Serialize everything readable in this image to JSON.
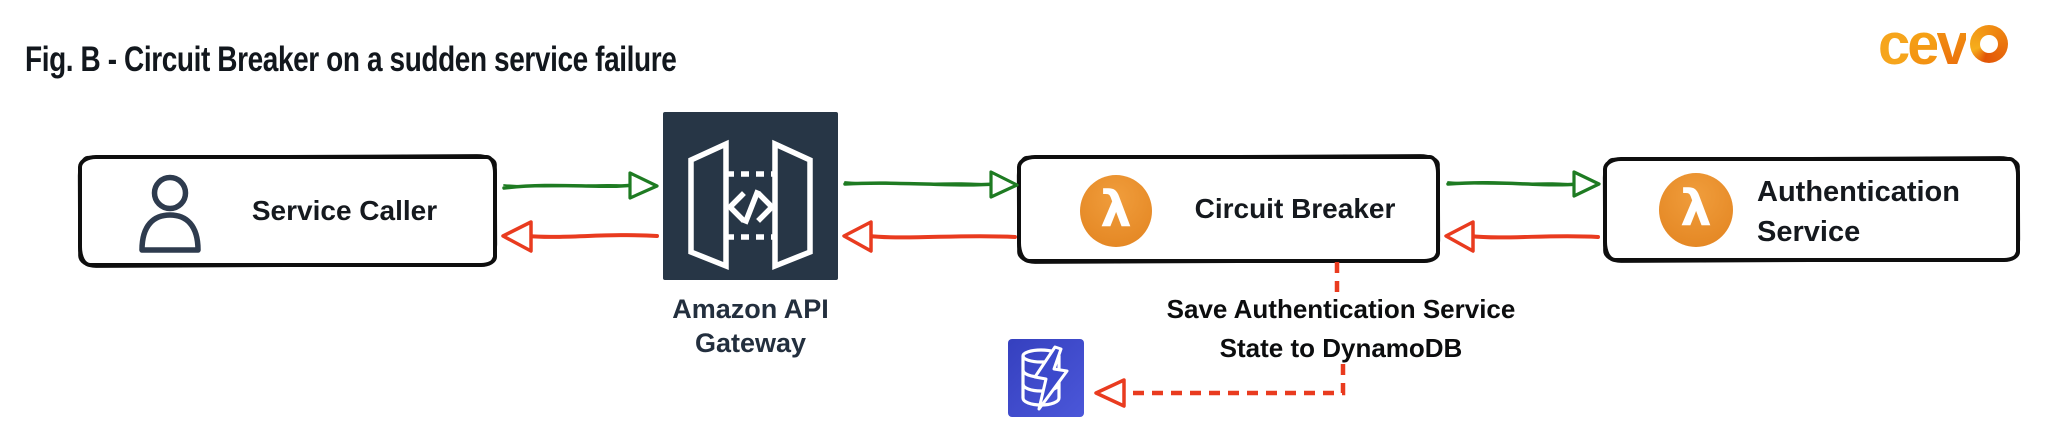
{
  "title": "Fig. B - Circuit Breaker on a sudden service failure",
  "logo": {
    "brand": "cevo",
    "letters": [
      "c",
      "e",
      "v"
    ]
  },
  "nodes": {
    "service_caller": {
      "label": "Service Caller",
      "icon": "user-icon"
    },
    "api_gateway": {
      "label_line1": "Amazon API",
      "label_line2": "Gateway",
      "icon": "api-gateway-icon"
    },
    "circuit_breaker": {
      "label": "Circuit Breaker",
      "icon": "lambda-icon",
      "lambda_glyph": "λ"
    },
    "auth_service": {
      "label_line1": "Authentication",
      "label_line2": "Service",
      "icon": "lambda-icon",
      "lambda_glyph": "λ"
    },
    "dynamodb": {
      "icon": "dynamodb-icon"
    }
  },
  "annotation": {
    "line1": "Save Authentication Service",
    "line2": "State to DynamoDB"
  },
  "colors": {
    "forward_arrow_green": "#1e7b22",
    "back_arrow_red": "#e93b1f",
    "dashed_red": "#e93b1f",
    "api_gateway_navy": "#273646",
    "lambda_orange": "#e78b2c",
    "dynamodb_blue_dark": "#3540bf",
    "dynamodb_blue_light": "#4b57d9",
    "box_border_black": "#0e0e0e",
    "logo_orange_light": "#f6a51c",
    "logo_orange_dark": "#e25407"
  }
}
